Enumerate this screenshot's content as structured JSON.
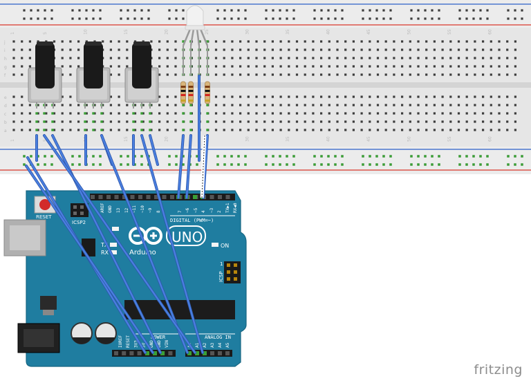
{
  "breadboard": {
    "row_letters": [
      "a",
      "b",
      "c",
      "d",
      "e",
      "f",
      "g",
      "h",
      "i",
      "j"
    ],
    "column_numbers": [
      "1",
      "5",
      "10",
      "15",
      "20",
      "25",
      "30",
      "35",
      "40",
      "45",
      "50",
      "55",
      "60"
    ]
  },
  "arduino": {
    "logo_text": "UNO",
    "brand": "Arduino",
    "reset_label": "RESET",
    "icsp2_label": "ICSP2",
    "icsp_label": "ICSP",
    "icsp_pin1": "1",
    "tx_label": "TX",
    "rx_label": "RX",
    "on_label": "ON",
    "digital_label": "DIGITAL (PWM=~)",
    "aref_label": "AREF",
    "gnd_label": "GND",
    "digital_pins": [
      "13",
      "12",
      "~11",
      "~10",
      "~9",
      "8",
      "7",
      "~6",
      "~5",
      "4",
      "~3",
      "2",
      "TX▶1",
      "RX◀0"
    ],
    "power_header": "POWER",
    "analog_header": "ANALOG IN",
    "power_pins": [
      "IOREF",
      "RESET",
      "3V3",
      "5V",
      "GND",
      "GND",
      "VIN"
    ],
    "analog_pins": [
      "A0",
      "A1",
      "A2",
      "A3",
      "A4",
      "A5"
    ]
  },
  "footer": {
    "brand": "fritzing"
  },
  "colors": {
    "board": "#1f7da0",
    "breadboard": "#e4e4e4",
    "wire": "#3c6fd3",
    "rail_red": "#d9352b",
    "rail_blue": "#2b5fc7",
    "hole_green": "#3aa035"
  }
}
